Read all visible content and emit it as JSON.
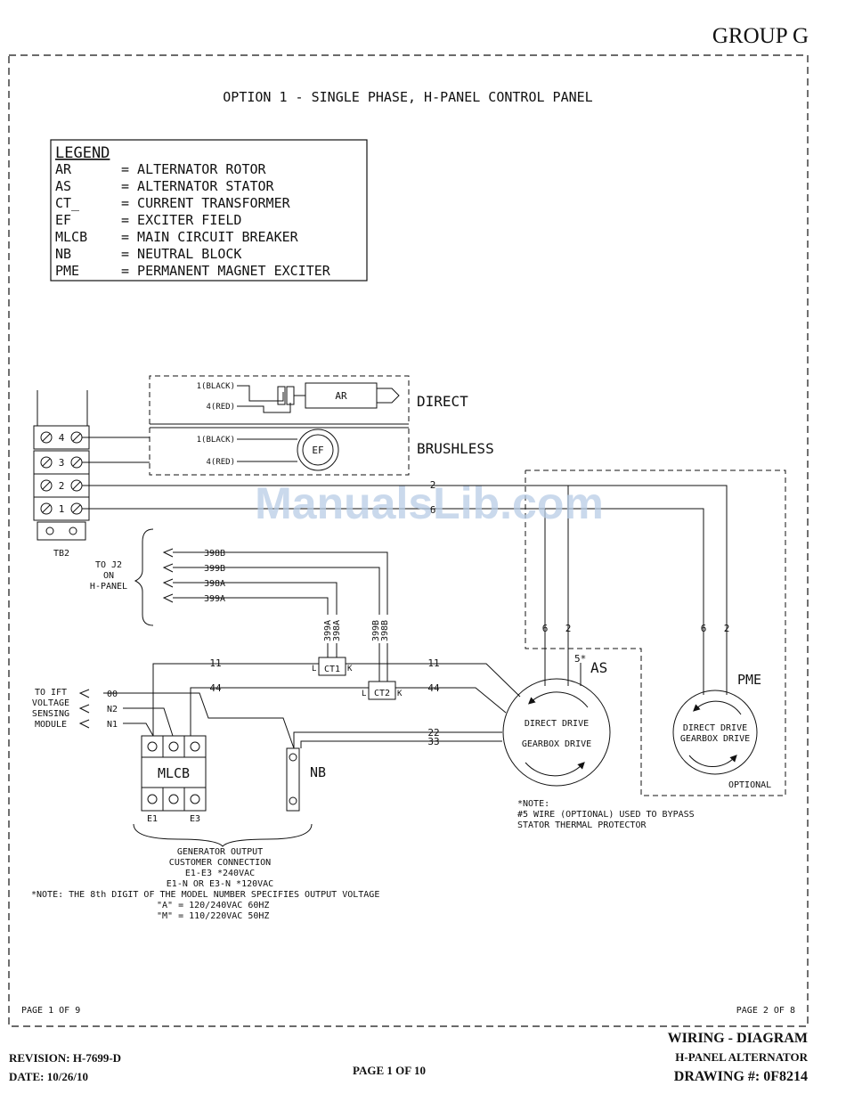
{
  "header": {
    "group": "GROUP G"
  },
  "diagram": {
    "title": "OPTION 1 - SINGLE PHASE, H-PANEL CONTROL PANEL",
    "legend": {
      "heading": "LEGEND",
      "rows": [
        {
          "abbr": "AR",
          "desc": "= ALTERNATOR ROTOR"
        },
        {
          "abbr": "AS",
          "desc": "= ALTERNATOR STATOR"
        },
        {
          "abbr": "CT_",
          "desc": "= CURRENT TRANSFORMER"
        },
        {
          "abbr": "EF",
          "desc": "= EXCITER FIELD"
        },
        {
          "abbr": "MLCB",
          "desc": "= MAIN CIRCUIT BREAKER"
        },
        {
          "abbr": "NB",
          "desc": "= NEUTRAL BLOCK"
        },
        {
          "abbr": "PME",
          "desc": "= PERMANENT MAGNET EXCITER"
        }
      ]
    },
    "labels": {
      "direct": "DIRECT",
      "brushless": "BRUSHLESS",
      "ar": "AR",
      "ef": "EF",
      "w1_black_a": "1(BLACK)",
      "w4_red_a": "4(RED)",
      "w1_black_b": "1(BLACK)",
      "w4_red_b": "4(RED)",
      "tb2": "TB2",
      "t4": "4",
      "t3": "3",
      "t2": "2",
      "t1": "1",
      "wire2": "2",
      "wire6": "6",
      "to_j2_1": "TO J2",
      "to_j2_2": "ON",
      "to_j2_3": "H-PANEL",
      "w398b": "398B",
      "w399b": "399B",
      "w398a": "398A",
      "w399a": "399A",
      "v399a": "399A",
      "v398a": "398A",
      "v399b": "399B",
      "v398b": "398B",
      "ct1": "CT1",
      "ct2": "CT2",
      "ct_l": "L",
      "ct_k": "K",
      "ct_l2": "L",
      "ct_k2": "K",
      "w11a": "11",
      "w44a": "44",
      "w11b": "11",
      "w44b": "44",
      "w22": "22",
      "w33": "33",
      "to_ift_1": "TO IFT",
      "to_ift_2": "VOLTAGE",
      "to_ift_3": "SENSING",
      "to_ift_4": "MODULE",
      "w00": "00",
      "wn2": "N2",
      "wn1": "N1",
      "mlcb": "MLCB",
      "e1": "E1",
      "e3": "E3",
      "nb": "NB",
      "as_6": "6",
      "as_2": "2",
      "as_5": "5*",
      "as": "AS",
      "pme_6": "6",
      "pme_2": "2",
      "pme": "PME",
      "direct_drive": "DIRECT DRIVE",
      "gearbox_drive": "GEARBOX DRIVE",
      "pme_direct_drive": "DIRECT DRIVE",
      "pme_gearbox_drive": "GEARBOX DRIVE",
      "optional": "OPTIONAL",
      "note1_1": "*NOTE:",
      "note1_2": "#5 WIRE (OPTIONAL) USED TO BYPASS",
      "note1_3": "STATOR THERMAL PROTECTOR",
      "gen_1": "GENERATOR OUTPUT",
      "gen_2": "CUSTOMER CONNECTION",
      "gen_3": "E1-E3 *240VAC",
      "gen_4": "E1-N OR E3-N *120VAC",
      "note2_1": "*NOTE: THE 8th DIGIT OF THE MODEL NUMBER SPECIFIES OUTPUT VOLTAGE",
      "note2_2": "\"A\" = 120/240VAC 60HZ",
      "note2_3": "\"M\" = 110/220VAC 50HZ",
      "page_left": "PAGE 1 OF 9",
      "page_right": "PAGE 2 OF 8"
    }
  },
  "watermark": "ManualsLib.com",
  "footer": {
    "revision": "REVISION: H-7699-D",
    "date": "DATE: 10/26/10",
    "page": "PAGE 1 OF 10",
    "title1": "WIRING - DIAGRAM",
    "title2": "H-PANEL ALTERNATOR",
    "drawing": "DRAWING #: 0F8214"
  }
}
